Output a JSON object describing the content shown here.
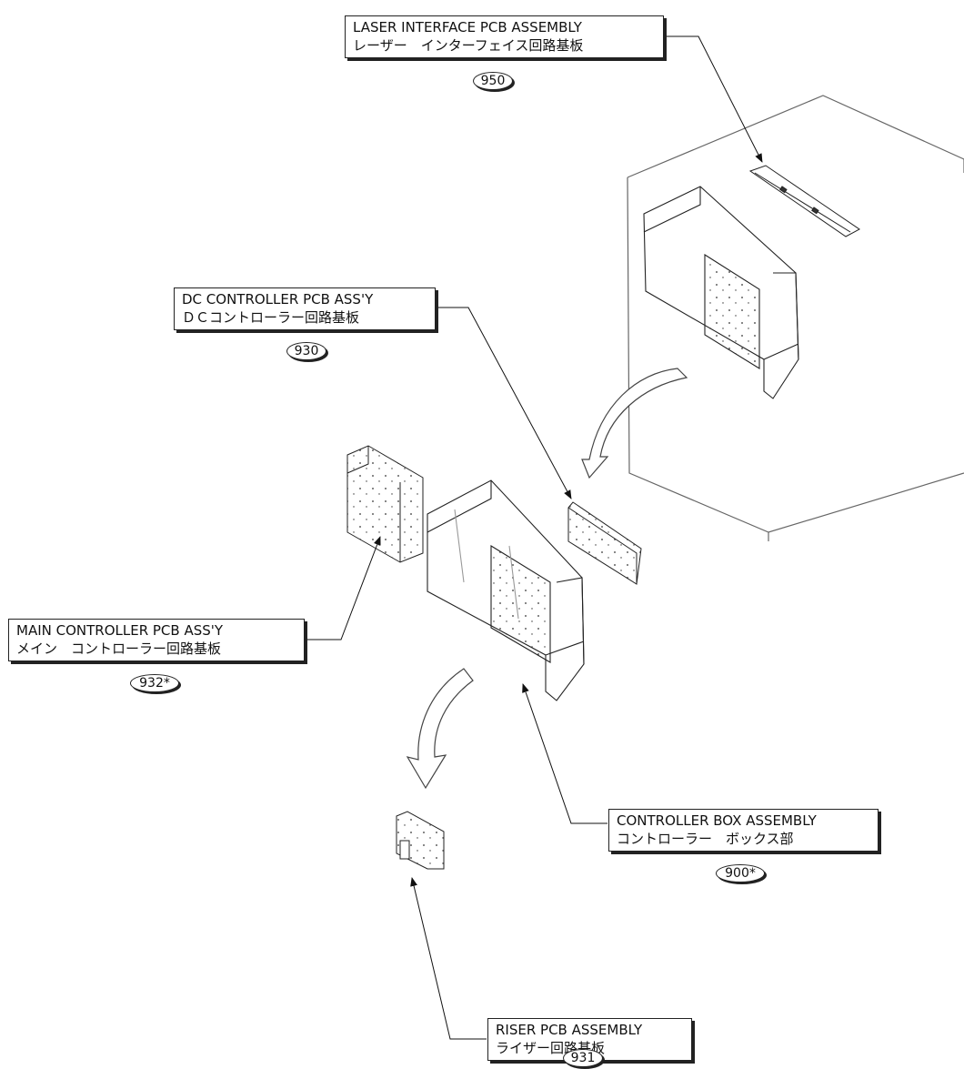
{
  "parts": [
    {
      "id": "laser_if",
      "name_en": "LASER INTERFACE PCB ASSEMBLY",
      "name_ja": "レーザー　インターフェイス回路基板",
      "part_no": "950"
    },
    {
      "id": "dc_ctrl",
      "name_en": "DC CONTROLLER PCB ASS'Y",
      "name_ja": "ＤＣコントローラー回路基板",
      "part_no": "930"
    },
    {
      "id": "main_ctrl",
      "name_en": "MAIN CONTROLLER PCB ASS'Y",
      "name_ja": "メイン　コントローラー回路基板",
      "part_no": "932*"
    },
    {
      "id": "ctrl_box",
      "name_en": "CONTROLLER BOX ASSEMBLY",
      "name_ja": "コントローラー　ボックス部",
      "part_no": "900*"
    },
    {
      "id": "riser",
      "name_en": "RISER PCB ASSEMBLY",
      "name_ja": "ライザー回路基板",
      "part_no": "931"
    }
  ]
}
